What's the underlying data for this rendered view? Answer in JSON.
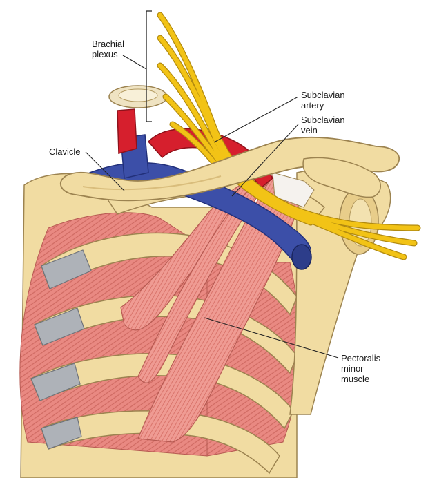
{
  "labels": {
    "brachial_plexus": [
      "Brachial",
      "plexus"
    ],
    "subclavian_artery": [
      "Subclavian",
      "artery"
    ],
    "subclavian_vein": [
      "Subclavian",
      "vein"
    ],
    "clavicle": [
      "Clavicle"
    ],
    "pectoralis_minor": [
      "Pectoralis",
      "minor",
      "muscle"
    ]
  },
  "colors": {
    "bone": "#f1dca2",
    "bone_shadow": "#d9bd7c",
    "bone_outline": "#9c8350",
    "muscle": "#e98982",
    "muscle_light": "#f4aaa2",
    "muscle_fiber": "#c9574f",
    "cartilage": "#aeb2b8",
    "artery": "#d61f2d",
    "vein": "#3c4fa8",
    "nerve": "#f2c316",
    "nerve_outline": "#b18a10",
    "leader": "#222222"
  }
}
